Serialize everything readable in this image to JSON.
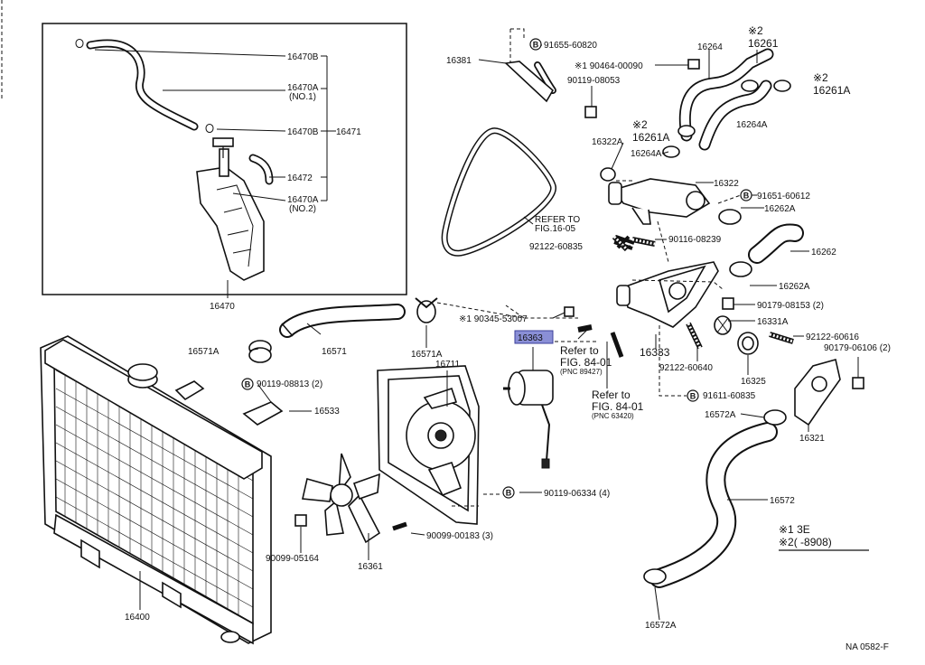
{
  "parts": {
    "p16470B_top": "16470B",
    "p16470A_no1": "16470A",
    "p16470A_no1_sub": "(NO.1)",
    "p16470B_mid": "16470B",
    "p16471": "16471",
    "p16472": "16472",
    "p16470A_no2": "16470A",
    "p16470A_no2_sub": "(NO.2)",
    "p16470": "16470",
    "p16381": "16381",
    "p91655": "91655-60820",
    "p90464": "※1 90464-00090",
    "p90119_08053": "90119-08053",
    "p16264": "16264",
    "p16261_star": "※2",
    "p16261": "16261",
    "p16261A_r_star": "※2",
    "p16261A_r": "16261A",
    "p16264A_r": "16264A",
    "p16261A_l_star": "※2",
    "p16261A_l": "16261A",
    "p16322A": "16322A",
    "p16264A_l": "16264A",
    "p16322": "16322",
    "p91651": "91651-60612",
    "p16262A_top": "16262A",
    "refer_1605_a": "REFER TO",
    "refer_1605_b": "FIG.16-05",
    "p90116": "90116-08239",
    "p92122_60835": "92122-60835",
    "p16262": "16262",
    "p16262A_bot": "16262A",
    "p90179_08153": "90179-08153 (2)",
    "p90345": "※1 90345-53007",
    "p16331A": "16331A",
    "p92122_60616": "92122-60616",
    "p90179_06106": "90179-06106 (2)",
    "p16571A_l": "16571A",
    "p16571": "16571",
    "p16571A_r": "16571A",
    "p16363": "16363",
    "refer_8401a_a": "Refer to",
    "refer_8401a_b": "FIG. 84-01",
    "refer_8401a_c": "(PNC 89427)",
    "p16333": "16333",
    "p92122_60640": "92122-60640",
    "p16325": "16325",
    "p16711": "16711",
    "p90119_08813": "90119-08813 (2)",
    "refer_8401b_a": "Refer to",
    "refer_8401b_b": "FIG. 84-01",
    "refer_8401b_c": "(PNC 63420)",
    "p91611": "91611-60835",
    "p16572A_top": "16572A",
    "p16321": "16321",
    "p16533": "16533",
    "p90119_06334": "90119-06334 (4)",
    "p16572": "16572",
    "p90099_00183": "90099-00183 (3)",
    "p90099_05164": "90099-05164",
    "p16361": "16361",
    "p16400": "16400",
    "p16572A_bot": "16572A",
    "bolt_mark": "B"
  },
  "legend": {
    "line1": "※1 3E",
    "line2": "※2(      -8908)"
  },
  "footer": {
    "code": "NA  0582-F"
  },
  "colors": {
    "highlight": "#8a8fd6",
    "ink": "#111111"
  }
}
